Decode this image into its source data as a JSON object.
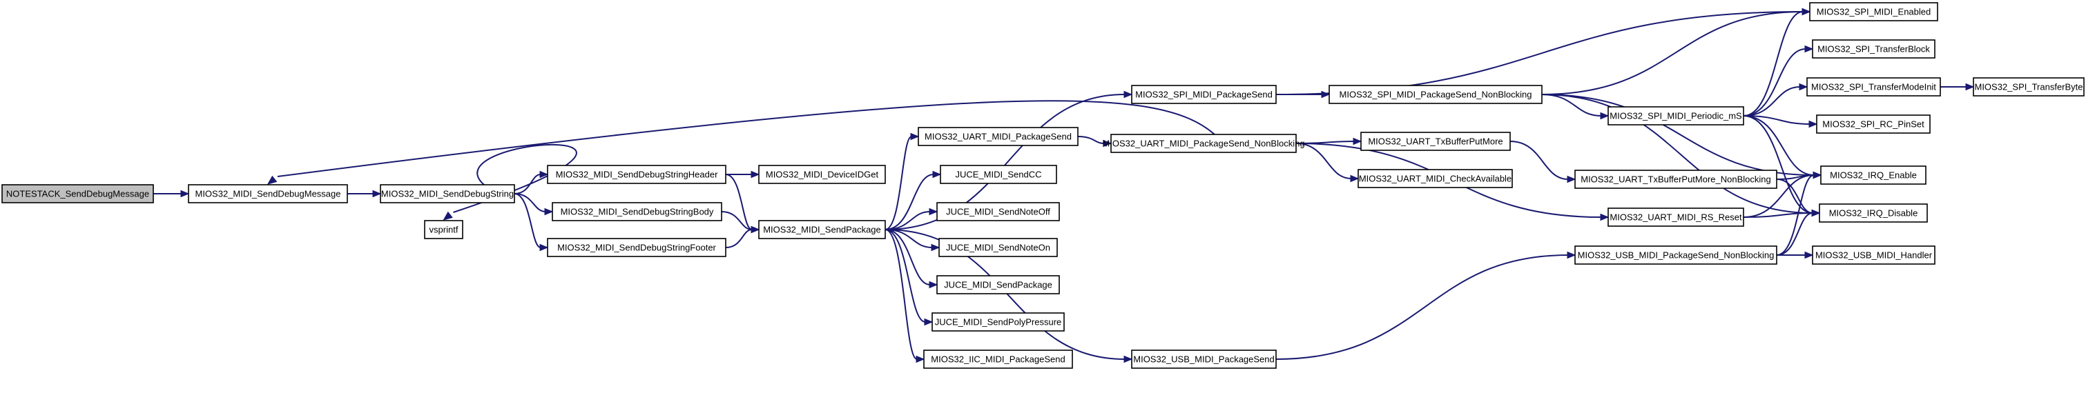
{
  "graph": {
    "nodes": [
      {
        "id": "n0",
        "label": "NOTESTACK_SendDebugMessage",
        "root": true
      },
      {
        "id": "n1",
        "label": "MIOS32_MIDI_SendDebugMessage"
      },
      {
        "id": "n2",
        "label": "MIOS32_MIDI_SendDebugString"
      },
      {
        "id": "n3",
        "label": "vsprintf"
      },
      {
        "id": "n4",
        "label": "MIOS32_MIDI_SendDebugStringHeader"
      },
      {
        "id": "n5",
        "label": "MIOS32_MIDI_SendDebugStringBody"
      },
      {
        "id": "n6",
        "label": "MIOS32_MIDI_SendDebugStringFooter"
      },
      {
        "id": "n7",
        "label": "MIOS32_MIDI_DeviceIDGet"
      },
      {
        "id": "n8",
        "label": "MIOS32_MIDI_SendPackage"
      },
      {
        "id": "n9",
        "label": "MIOS32_UART_MIDI_PackageSend"
      },
      {
        "id": "n10",
        "label": "JUCE_MIDI_SendCC"
      },
      {
        "id": "n11",
        "label": "JUCE_MIDI_SendNoteOff"
      },
      {
        "id": "n12",
        "label": "JUCE_MIDI_SendNoteOn"
      },
      {
        "id": "n13",
        "label": "JUCE_MIDI_SendPackage"
      },
      {
        "id": "n14",
        "label": "JUCE_MIDI_SendPolyPressure"
      },
      {
        "id": "n15",
        "label": "MIOS32_IIC_MIDI_PackageSend"
      },
      {
        "id": "n16",
        "label": "MIOS32_SPI_MIDI_PackageSend"
      },
      {
        "id": "n17",
        "label": "MIOS32_UART_MIDI_PackageSend_NonBlocking"
      },
      {
        "id": "n18",
        "label": "MIOS32_USB_MIDI_PackageSend"
      },
      {
        "id": "n19",
        "label": "MIOS32_SPI_MIDI_PackageSend_NonBlocking"
      },
      {
        "id": "n20",
        "label": "MIOS32_UART_TxBufferPutMore"
      },
      {
        "id": "n21",
        "label": "MIOS32_UART_MIDI_CheckAvailable"
      },
      {
        "id": "n22",
        "label": "MIOS32_SPI_MIDI_Periodic_mS"
      },
      {
        "id": "n23",
        "label": "MIOS32_UART_TxBufferPutMore_NonBlocking"
      },
      {
        "id": "n24",
        "label": "MIOS32_UART_MIDI_RS_Reset"
      },
      {
        "id": "n25",
        "label": "MIOS32_USB_MIDI_PackageSend_NonBlocking"
      },
      {
        "id": "n26",
        "label": "MIOS32_SPI_MIDI_Enabled"
      },
      {
        "id": "n27",
        "label": "MIOS32_SPI_TransferBlock"
      },
      {
        "id": "n28",
        "label": "MIOS32_SPI_TransferModeInit"
      },
      {
        "id": "n29",
        "label": "MIOS32_SPI_RC_PinSet"
      },
      {
        "id": "n30",
        "label": "MIOS32_IRQ_Enable"
      },
      {
        "id": "n31",
        "label": "MIOS32_IRQ_Disable"
      },
      {
        "id": "n32",
        "label": "MIOS32_USB_MIDI_Handler"
      },
      {
        "id": "n33",
        "label": "MIOS32_SPI_TransferByte"
      }
    ],
    "edges": [
      [
        "n0",
        "n1"
      ],
      [
        "n1",
        "n2"
      ],
      [
        "n2",
        "n3"
      ],
      [
        "n2",
        "n4"
      ],
      [
        "n2",
        "n5"
      ],
      [
        "n2",
        "n6"
      ],
      [
        "n4",
        "n7"
      ],
      [
        "n4",
        "n8"
      ],
      [
        "n5",
        "n8"
      ],
      [
        "n6",
        "n8"
      ],
      [
        "n8",
        "n9"
      ],
      [
        "n8",
        "n10"
      ],
      [
        "n8",
        "n11"
      ],
      [
        "n8",
        "n12"
      ],
      [
        "n8",
        "n13"
      ],
      [
        "n8",
        "n14"
      ],
      [
        "n8",
        "n15"
      ],
      [
        "n8",
        "n16"
      ],
      [
        "n8",
        "n18"
      ],
      [
        "n9",
        "n17"
      ],
      [
        "n16",
        "n19"
      ],
      [
        "n16",
        "n26"
      ],
      [
        "n17",
        "n1"
      ],
      [
        "n17",
        "n20"
      ],
      [
        "n17",
        "n21"
      ],
      [
        "n17",
        "n24"
      ],
      [
        "n18",
        "n25"
      ],
      [
        "n19",
        "n22"
      ],
      [
        "n19",
        "n26"
      ],
      [
        "n19",
        "n30"
      ],
      [
        "n19",
        "n31"
      ],
      [
        "n20",
        "n23"
      ],
      [
        "n23",
        "n30"
      ],
      [
        "n23",
        "n31"
      ],
      [
        "n24",
        "n30"
      ],
      [
        "n24",
        "n31"
      ],
      [
        "n22",
        "n26"
      ],
      [
        "n22",
        "n27"
      ],
      [
        "n22",
        "n28"
      ],
      [
        "n22",
        "n29"
      ],
      [
        "n22",
        "n30"
      ],
      [
        "n22",
        "n31"
      ],
      [
        "n28",
        "n33"
      ],
      [
        "n25",
        "n30"
      ],
      [
        "n25",
        "n31"
      ],
      [
        "n25",
        "n32"
      ]
    ]
  }
}
